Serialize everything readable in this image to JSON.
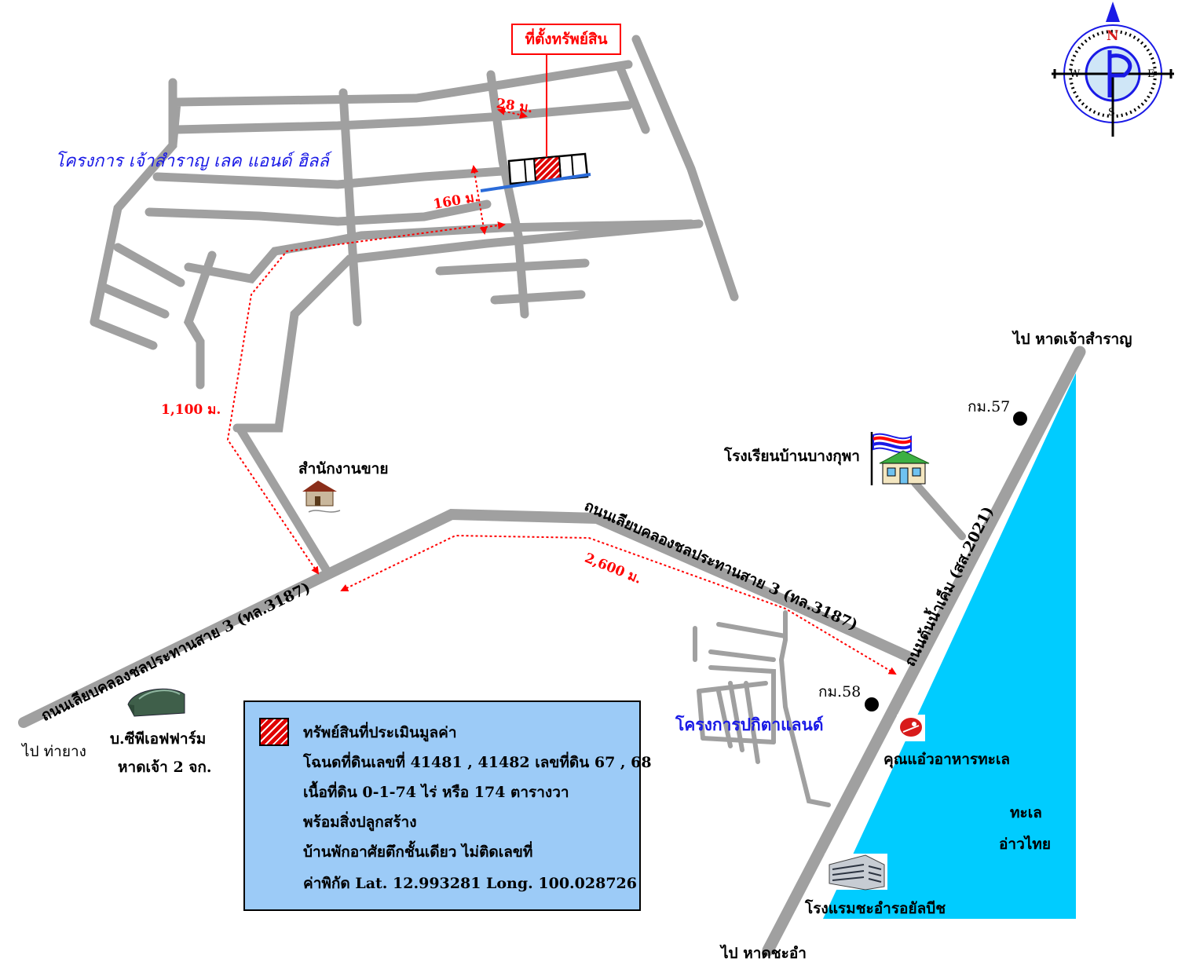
{
  "title_box": "ที่ตั้งทรัพย์สิน",
  "project_north": "โครงการ เจ้าสำราญ เลค แอนด์ ฮิลล์",
  "project_south": "โครงการปกิตาแลนด์",
  "distances": {
    "d28": "28 ม.",
    "d160": "160 ม.",
    "d1100": "1,100 ม.",
    "d2600": "2,600 ม."
  },
  "roads": {
    "main_west": "ถนนเลียบคลองชลประทานสาย 3 (ทล.3187)",
    "main_east": "ถนนเลียบคลองชลประทานสาย 3 (ทล.3187)",
    "coastal": "ถนนต้นน้ำเค็ม (สส.2021)"
  },
  "places": {
    "sales_office": "สำนักงานขาย",
    "school": "โรงเรียนบ้านบางกุพา",
    "km57": "กม.57",
    "km58": "กม.58",
    "to_chaosamran": "ไป หาดเจ้าสำราญ",
    "to_thayang": "ไป ท่ายาง",
    "to_chaam": "ไป หาดชะอำ",
    "farm_line1": "บ.ซีพีเอฟฟาร์ม",
    "farm_line2": "หาดเจ้า 2 จก.",
    "restaurant": "คุณแอ๋วอาหารทะเล",
    "hotel": "โรงแรมชะอำรอยัลบีช",
    "sea_line1": "ทะเล",
    "sea_line2": "อ่าวไทย"
  },
  "legend": {
    "line1": "ทรัพย์สินที่ประเมินมูลค่า",
    "line2": "โฉนดที่ดินเลขที่ 41481 , 41482 เลขที่ดิน 67 , 68",
    "line3": "เนื้อที่ดิน 0-1-74 ไร่ หรือ 174  ตารางวา",
    "line4": "พร้อมสิ่งปลูกสร้าง",
    "line5": "บ้านพักอาศัยตึกชั้นเดียว ไม่ติดเลขที่",
    "line6": "ค่าพิกัด Lat. 12.993281 Long. 100.028726"
  },
  "compass": {
    "n": "N",
    "s": "S",
    "e": "E",
    "w": "W"
  },
  "colors": {
    "road": "#a0a0a0",
    "sea": "#00ccff",
    "route": "#ff0000",
    "legend_bg": "#9ccbf7",
    "project_label": "#1a1ae6"
  }
}
